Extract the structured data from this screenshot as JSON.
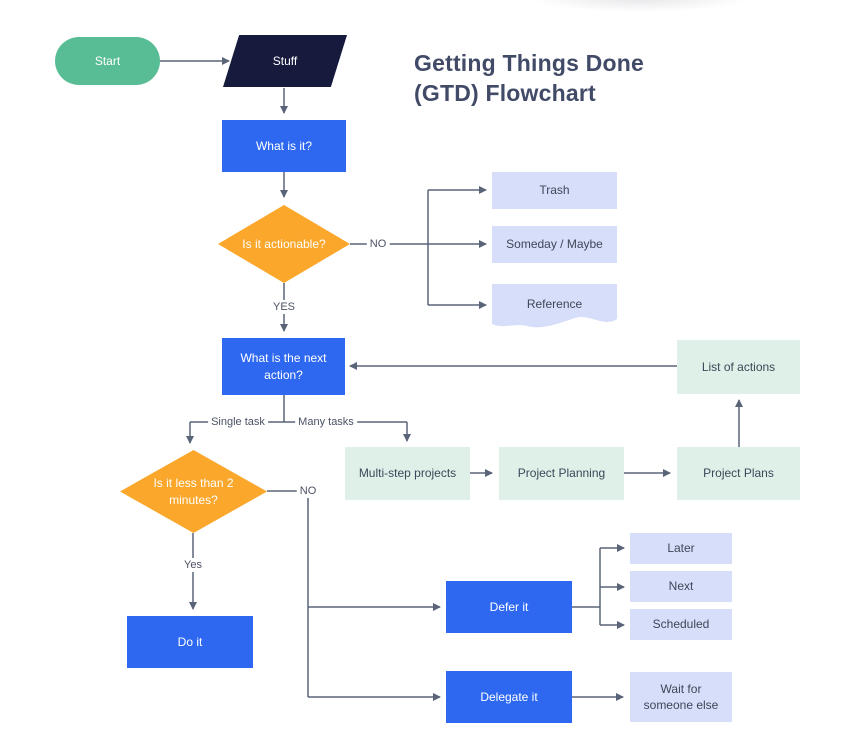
{
  "title": {
    "line1": "Getting Things Done",
    "line2": "(GTD) Flowchart"
  },
  "nodes": {
    "start": {
      "label": "Start",
      "shape": "stadium",
      "color": "#58BD95"
    },
    "stuff": {
      "label": "Stuff",
      "shape": "parallelogram",
      "color": "#161B3D"
    },
    "what_is_it": {
      "label": "What is it?",
      "shape": "rect",
      "color": "#2E68F0"
    },
    "is_actionable": {
      "label": "Is it actionable?",
      "shape": "diamond",
      "color": "#FAA72B"
    },
    "trash": {
      "label": "Trash",
      "shape": "rect",
      "color": "#D6DEF9"
    },
    "someday_maybe": {
      "label": "Someday / Maybe",
      "shape": "rect",
      "color": "#D6DEF9"
    },
    "reference": {
      "label": "Reference",
      "shape": "document",
      "color": "#D6DEF9"
    },
    "what_next_action": {
      "label": "What is the next action?",
      "shape": "rect",
      "color": "#2E68F0"
    },
    "list_of_actions": {
      "label": "List of actions",
      "shape": "rect",
      "color": "#DEF0E8"
    },
    "multi_step": {
      "label": "Multi-step projects",
      "shape": "rect",
      "color": "#DEF0E8"
    },
    "project_planning": {
      "label": "Project Planning",
      "shape": "rect",
      "color": "#DEF0E8"
    },
    "project_plans": {
      "label": "Project Plans",
      "shape": "rect",
      "color": "#DEF0E8"
    },
    "less_than_2min": {
      "label": "Is it less than 2 minutes?",
      "shape": "diamond",
      "color": "#FAA72B"
    },
    "do_it": {
      "label": "Do it",
      "shape": "rect",
      "color": "#2E68F0"
    },
    "defer_it": {
      "label": "Defer it",
      "shape": "rect",
      "color": "#2E68F0"
    },
    "later": {
      "label": "Later",
      "shape": "rect",
      "color": "#D6DEF9"
    },
    "next": {
      "label": "Next",
      "shape": "rect",
      "color": "#D6DEF9"
    },
    "scheduled": {
      "label": "Scheduled",
      "shape": "rect",
      "color": "#D6DEF9"
    },
    "delegate_it": {
      "label": "Delegate it",
      "shape": "rect",
      "color": "#2E68F0"
    },
    "wait_someone": {
      "label": "Wait for someone else",
      "shape": "rect",
      "color": "#D6DEF9"
    }
  },
  "edge_labels": {
    "no_actionable": "NO",
    "yes_actionable": "YES",
    "single_task": "Single task",
    "many_tasks": "Many tasks",
    "no_2min": "NO",
    "yes_2min": "Yes"
  },
  "colors": {
    "action_blue": "#2E68F0",
    "decision_orange": "#FAA72B",
    "start_green": "#58BD95",
    "input_navy": "#161B3D",
    "outcome_light_blue": "#D6DEF9",
    "process_light_green": "#DEF0E8",
    "connector": "#5A6478",
    "title_text": "#414B68",
    "background": "#FFFFFF"
  }
}
